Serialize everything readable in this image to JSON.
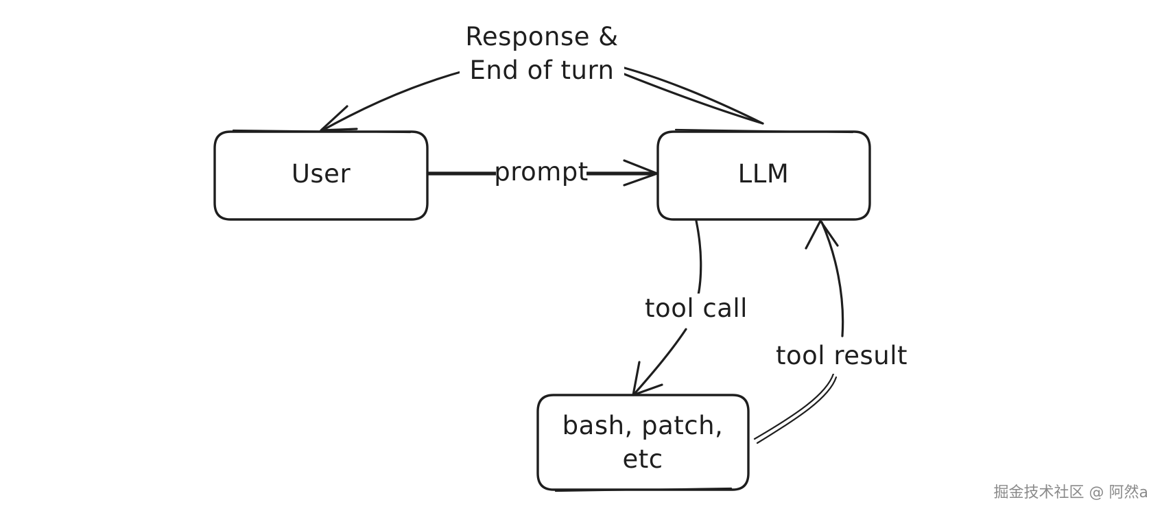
{
  "nodes": {
    "user": {
      "label": "User"
    },
    "llm": {
      "label": "LLM"
    },
    "tools": {
      "label_line1": "bash, patch,",
      "label_line2": "etc"
    }
  },
  "edges": {
    "prompt": {
      "label": "prompt"
    },
    "response": {
      "label_line1": "Response &",
      "label_line2": "End of turn"
    },
    "tool_call": {
      "label": "tool call"
    },
    "tool_result": {
      "label": "tool result"
    }
  },
  "watermark": "掘金技术社区 @ 阿然a",
  "colors": {
    "stroke": "#1e1e1e",
    "background": "#ffffff",
    "watermark": "#8a8a8a"
  }
}
